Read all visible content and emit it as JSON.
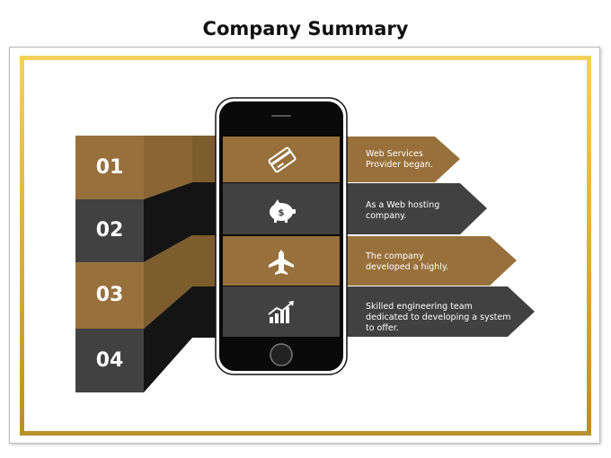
{
  "title": "Company Summary",
  "colors": {
    "brown": "#98703b",
    "dark": "#414141",
    "gold": "#d9b13a"
  },
  "steps": [
    {
      "number": "01",
      "text": "Web Services\nProvider began.",
      "icon": "credit-card-icon",
      "color": "brown"
    },
    {
      "number": "02",
      "text": "As a Web hosting\ncompany.",
      "icon": "piggy-bank-icon",
      "color": "dark"
    },
    {
      "number": "03",
      "text": "The company\ndeveloped a highly.",
      "icon": "airplane-icon",
      "color": "brown"
    },
    {
      "number": "04",
      "text": "Skilled engineering team\ndedicated to developing a system\nto offer.",
      "icon": "growth-chart-icon",
      "color": "dark"
    }
  ]
}
